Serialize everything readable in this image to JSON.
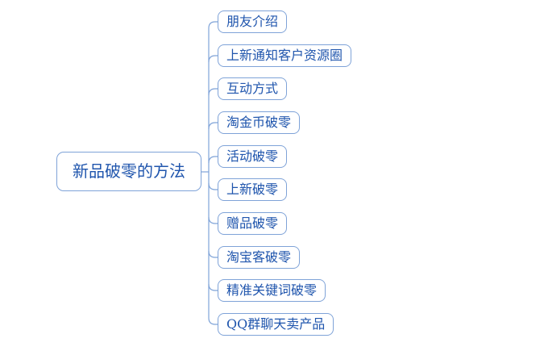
{
  "mindmap": {
    "root": {
      "label": "新品破零的方法"
    },
    "children": [
      {
        "label": "朋友介绍"
      },
      {
        "label": "上新通知客户资源圈"
      },
      {
        "label": "互动方式"
      },
      {
        "label": "淘金币破零"
      },
      {
        "label": "活动破零"
      },
      {
        "label": "上新破零"
      },
      {
        "label": "赠品破零"
      },
      {
        "label": "淘宝客破零"
      },
      {
        "label": "精准关键词破零"
      },
      {
        "label": "QQ群聊天卖产品"
      }
    ],
    "colors": {
      "line": "#7fa3d8",
      "text": "#1f55ad",
      "background": "#ffffff"
    }
  }
}
